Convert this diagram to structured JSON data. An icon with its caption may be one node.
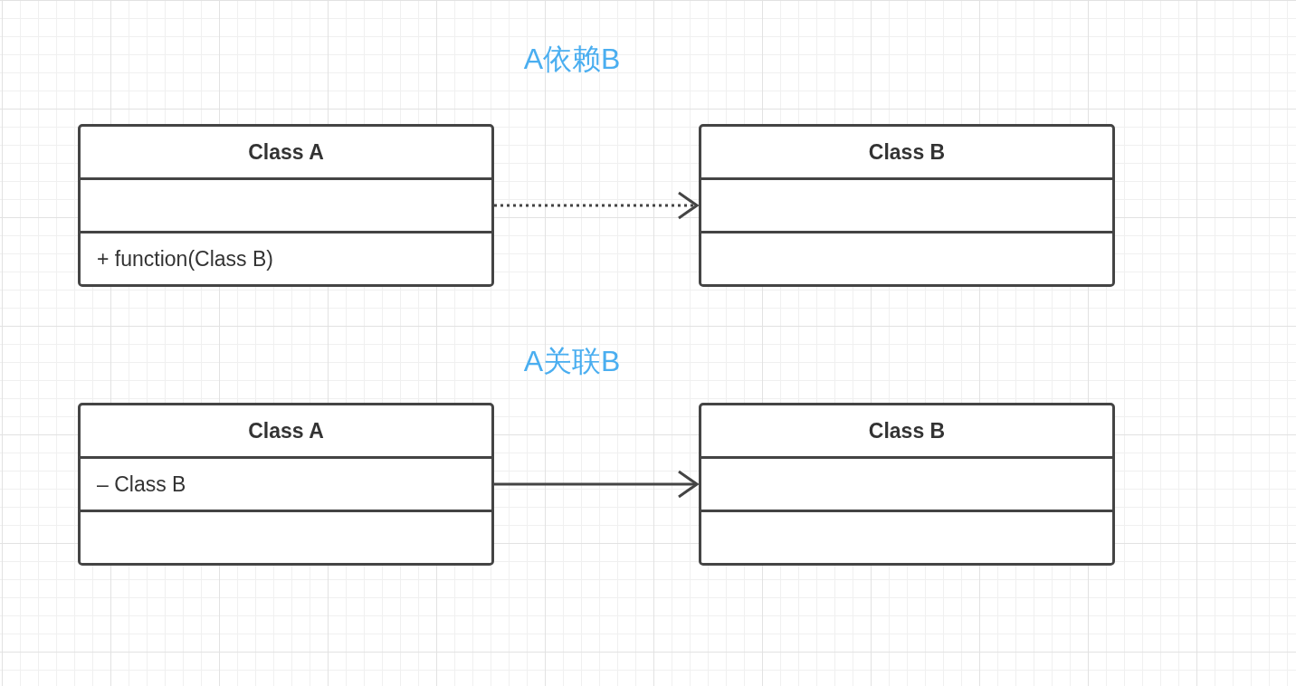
{
  "diagram": {
    "nodes": [
      {
        "text": [
          "Class A"
        ]
      },
      {
        "text": [],
        "shape": "box",
        "in": 0
      },
      {
        "text": [
          "+ function(Class B)"
        ],
        "in": 0
      },
      {
        "text": [
          "Class B"
        ]
      },
      {
        "text": [],
        "shape": "box",
        "in": 3
      },
      {
        "text": [],
        "shape": "box",
        "in": 3
      },
      {
        "text": [
          "Class A"
        ]
      },
      {
        "text": [
          "– Class B"
        ],
        "in": 6
      },
      {
        "text": [],
        "shape": "box",
        "in": 6
      },
      {
        "text": [
          "Class B"
        ]
      },
      {
        "text": [],
        "shape": "box",
        "in": 9
      },
      {
        "text": [],
        "shape": "box",
        "in": 9
      }
    ],
    "edges": [
      {
        "from": 0,
        "to": 3,
        "arrow": "to",
        "style": "dashed"
      },
      {
        "from": 6,
        "to": 9,
        "arrow": "to"
      }
    ],
    "labels": [
      "A依赖B",
      "A关联B"
    ]
  }
}
